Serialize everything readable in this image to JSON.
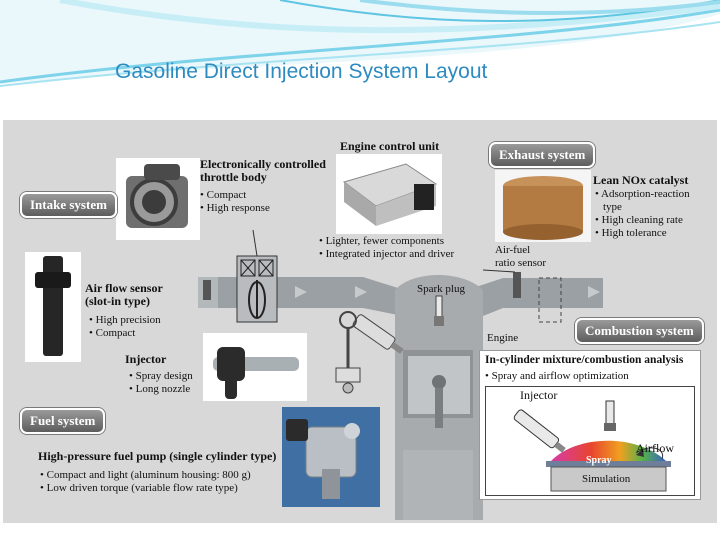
{
  "title": "Gasoline Direct Injection System Layout",
  "systems": {
    "intake": "Intake system",
    "exhaust": "Exhaust system",
    "fuel": "Fuel system",
    "combustion": "Combustion system"
  },
  "throttle": {
    "title_l1": "Electronically controlled",
    "title_l2": "throttle body",
    "bullets": [
      "• Compact",
      "• High response"
    ]
  },
  "ecu": {
    "title": "Engine control unit",
    "bullets": [
      "• Lighter, fewer components",
      "• Integrated injector and driver"
    ]
  },
  "catalyst": {
    "title": "Lean NOx catalyst",
    "bullets": [
      "• Adsorption-reaction",
      "type",
      "• High cleaning rate",
      "• High tolerance"
    ]
  },
  "afsensor": {
    "l1": "Air-fuel",
    "l2": "ratio sensor"
  },
  "airflow": {
    "title_l1": "Air flow sensor",
    "title_l2": "(slot-in type)",
    "bullets": [
      "• High precision",
      "• Compact"
    ]
  },
  "sparkplug": "Spark plug",
  "engine": "Engine",
  "injector": {
    "title": "Injector",
    "bullets": [
      "• Spray design",
      "• Long nozzle"
    ]
  },
  "analysis": {
    "title": "In-cylinder mixture/combustion analysis",
    "bullet": "• Spray and airflow optimization",
    "injector": "Injector",
    "airflow": "Airflow",
    "spray": "Spray",
    "simulation": "Simulation"
  },
  "pump": {
    "title": "High-pressure fuel pump (single cylinder type)",
    "bullets": [
      "• Compact and light (aluminum housing: 800 g)",
      "• Low driven torque (variable flow rate type)"
    ]
  }
}
